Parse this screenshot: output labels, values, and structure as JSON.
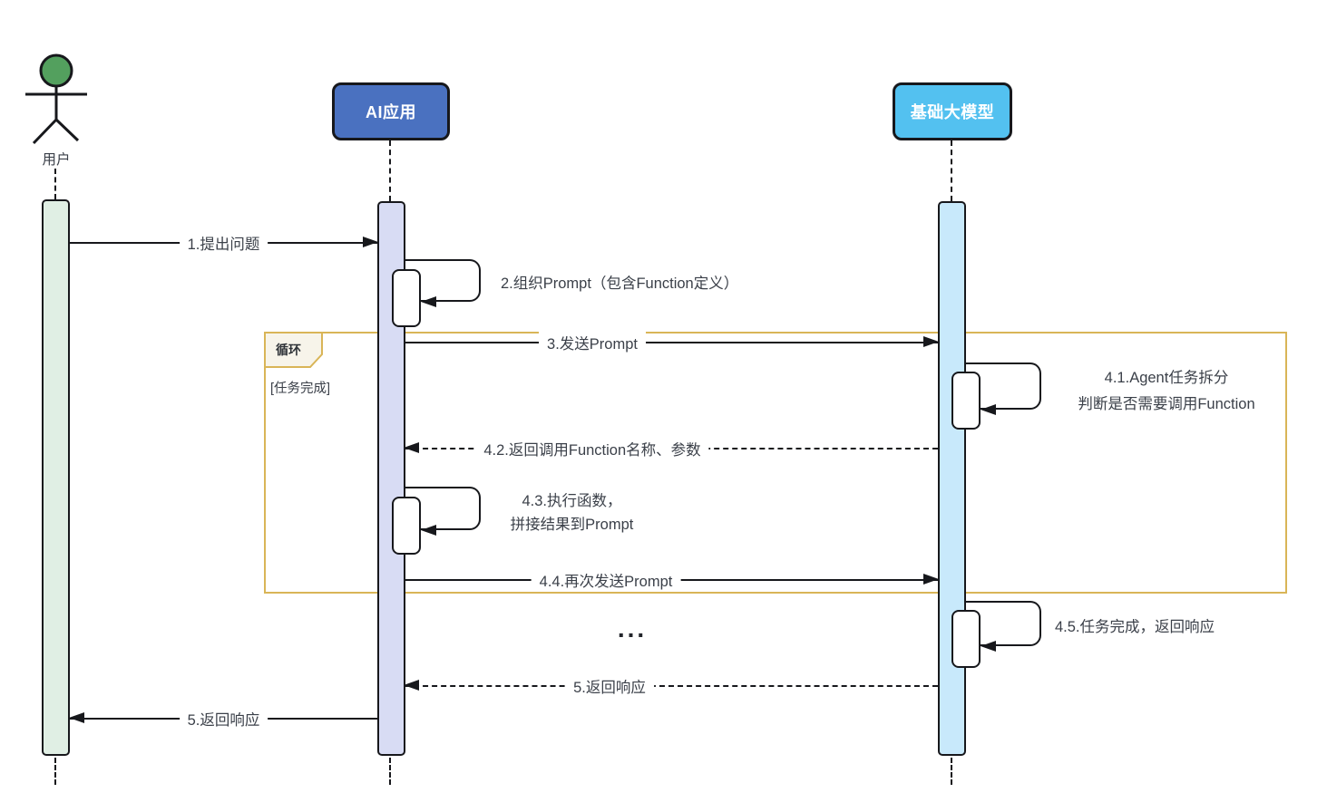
{
  "participants": {
    "user": {
      "label": "用户"
    },
    "ai_app": {
      "label": "AI应用"
    },
    "llm": {
      "label": "基础大模型"
    }
  },
  "loop": {
    "title": "循环",
    "guard": "[任务完成]"
  },
  "messages": {
    "m1": "1.提出问题",
    "m2": "2.组织Prompt（包含Function定义）",
    "m3": "3.发送Prompt",
    "m41_line1": "4.1.Agent任务拆分",
    "m41_line2": "判断是否需要调用Function",
    "m42": "4.2.返回调用Function名称、参数",
    "m43_line1": "4.3.执行函数，",
    "m43_line2": "拼接结果到Prompt",
    "m44": "4.4.再次发送Prompt",
    "ellipsis": "...",
    "m45": "4.5.任务完成，返回响应",
    "m5_return": "5.返回响应",
    "m5_deliver": "5.返回响应"
  },
  "colors": {
    "ai_header": "#4a71c0",
    "llm_header": "#53c1f0",
    "user_activation": "#e0efe4",
    "ai_activation": "#d8dcf4",
    "llm_activation": "#c8e9fb",
    "loop_border": "#d9b557",
    "loop_tag_fill": "#f7f4ea",
    "actor_head": "#53a05e",
    "line": "#17181c",
    "text": "#3b4049"
  }
}
